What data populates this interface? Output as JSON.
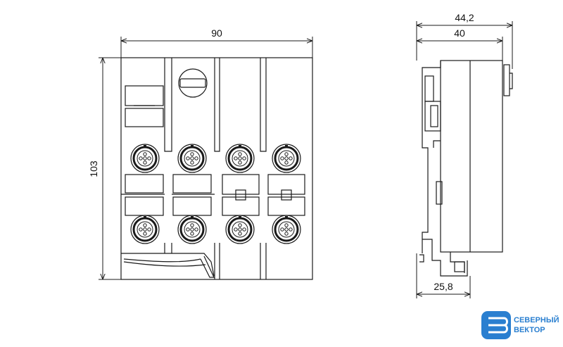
{
  "dimensions": {
    "front_width": "90",
    "front_height": "103",
    "side_overall": "44,2",
    "side_body": "40",
    "side_base": "25,8"
  },
  "logo": {
    "line1": "СЕВЕРНЫЙ",
    "line2": "ВЕКТОР",
    "color": "#2a7fd0"
  },
  "colors": {
    "line": "#1a1a1a",
    "module_fill": "#f4f4f4",
    "connector_fill": "#ffffff"
  },
  "views": {
    "front": {
      "modules": 4,
      "connectors_per_module": 2
    },
    "side": {}
  }
}
